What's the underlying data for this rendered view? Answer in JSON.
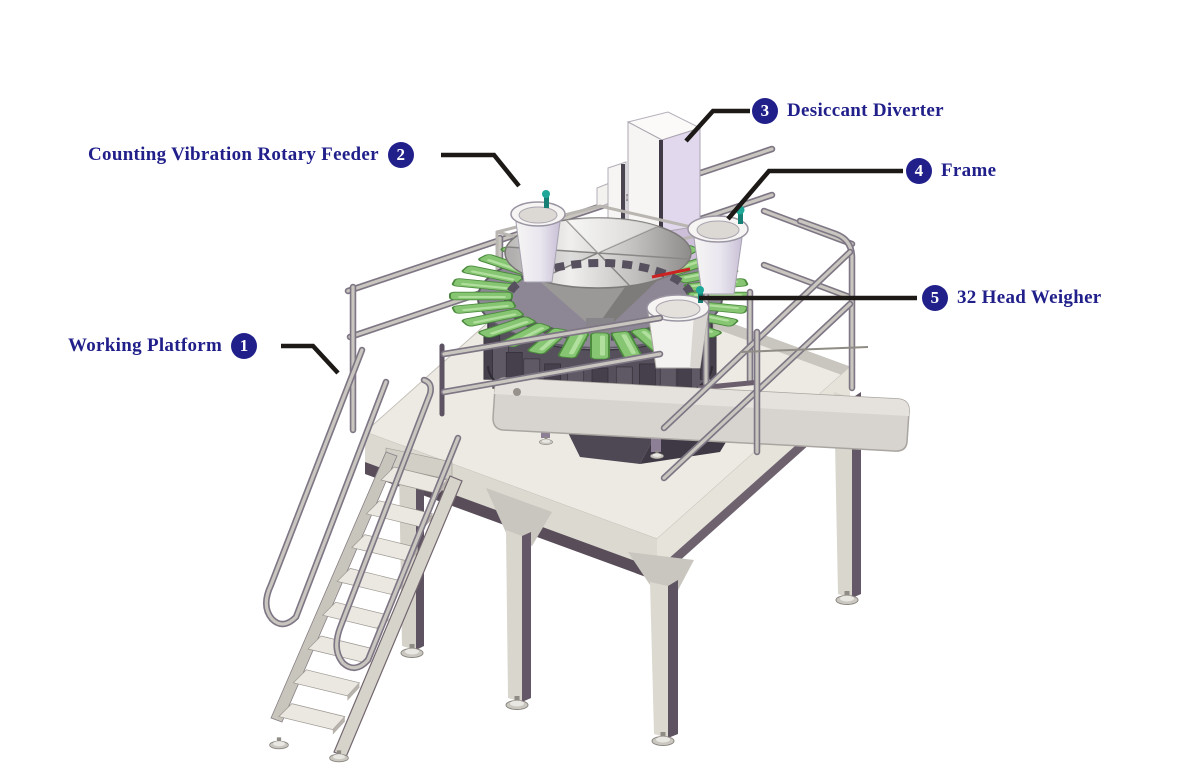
{
  "diagram": {
    "labels": [
      {
        "number": "1",
        "text": "Working Platform"
      },
      {
        "number": "2",
        "text": "Counting Vibration Rotary Feeder"
      },
      {
        "number": "3",
        "text": "Desiccant Diverter"
      },
      {
        "number": "4",
        "text": "Frame"
      },
      {
        "number": "5",
        "text": "32 Head Weigher"
      }
    ],
    "colors": {
      "accent": "#21208b",
      "leader": "#1c1917",
      "platform": "#e9e6df",
      "frame_purple": "#b9a8c9",
      "tray_green": "#86c572",
      "drum": "#56505c",
      "steel": "#c3c0ba"
    }
  }
}
